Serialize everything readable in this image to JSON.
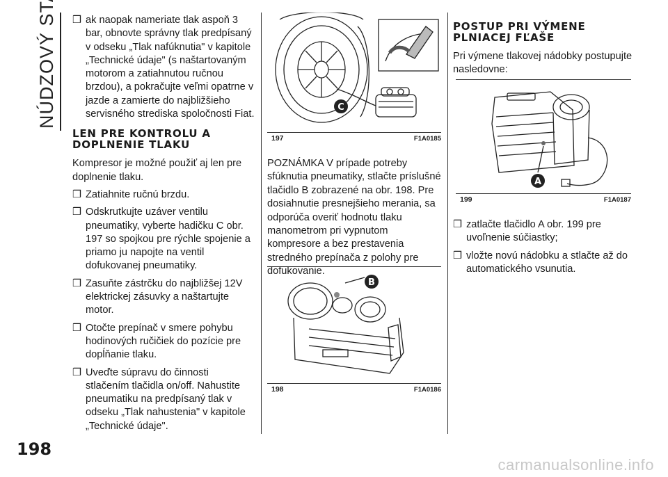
{
  "section_title": "NÚDZOVÝ STAV",
  "page_number": "198",
  "column1": {
    "bullet_intro": "ak naopak nameriate tlak aspoň 3 bar, obnovte správny tlak predpísaný v odseku „Tlak nafúknutia\" v kapitole „Technické údaje\" (s naštartovaným motorom a zatiahnutou ručnou brzdou), a pokračujte veľmi opatrne v jazde a zamierte do najbližšieho servisného strediska spoločnosti Fiat.",
    "heading": "LEN PRE KONTROLU A DOPLNENIE TLAKU",
    "intro": "Kompresor je možné použiť aj len pre doplnenie tlaku.",
    "bullets": [
      "Zatiahnite ručnú brzdu.",
      "Odskrutkujte uzáver ventilu pneumatiky, vyberte hadičku C obr. 197 so spojkou pre rýchle spojenie a priamo ju napojte na ventil dofukovanej pneumatiky.",
      "Zasuňte zástrčku do najbližšej 12V elektrickej zásuvky a naštartujte motor.",
      "Otočte prepínač v smere pohybu hodinových ručičiek do pozície pre dopĺňanie tlaku.",
      "Uveďte súpravu do činnosti stlačením tlačidla on/off. Nahustite pneumatiku na predpísaný tlak v odseku „Tlak nahustenia\" v kapitole „Technické údaje\"."
    ]
  },
  "bullet_marker": "❒",
  "figures": {
    "fig197": {
      "number": "197",
      "code": "F1A0185",
      "label": "C"
    },
    "fig198": {
      "number": "198",
      "code": "F1A0186",
      "label": "B"
    },
    "fig199": {
      "number": "199",
      "code": "F1A0187",
      "label": "A"
    }
  },
  "column2": {
    "note": "POZNÁMKA V prípade potreby sfúknutia pneumatiky, stlačte príslušné tlačidlo B zobrazené na obr. 198. Pre dosiahnutie presnejšieho merania, sa odporúča overiť hodnotu tlaku manometrom pri vypnutom kompresore a bez prestavenia stredného prepínača z polohy pre dofukovanie."
  },
  "column3": {
    "heading": "POSTUP PRI VÝMENE PLNIACEJ FĽAŠE",
    "intro": "Pri výmene tlakovej nádobky postupujte nasledovne:",
    "bullets": [
      "zatlačte tlačidlo A obr. 199 pre uvoľnenie súčiastky;",
      "vložte novú nádobku a stlačte až do automatického vsunutia."
    ]
  },
  "watermark": "carmanualsonline.info"
}
